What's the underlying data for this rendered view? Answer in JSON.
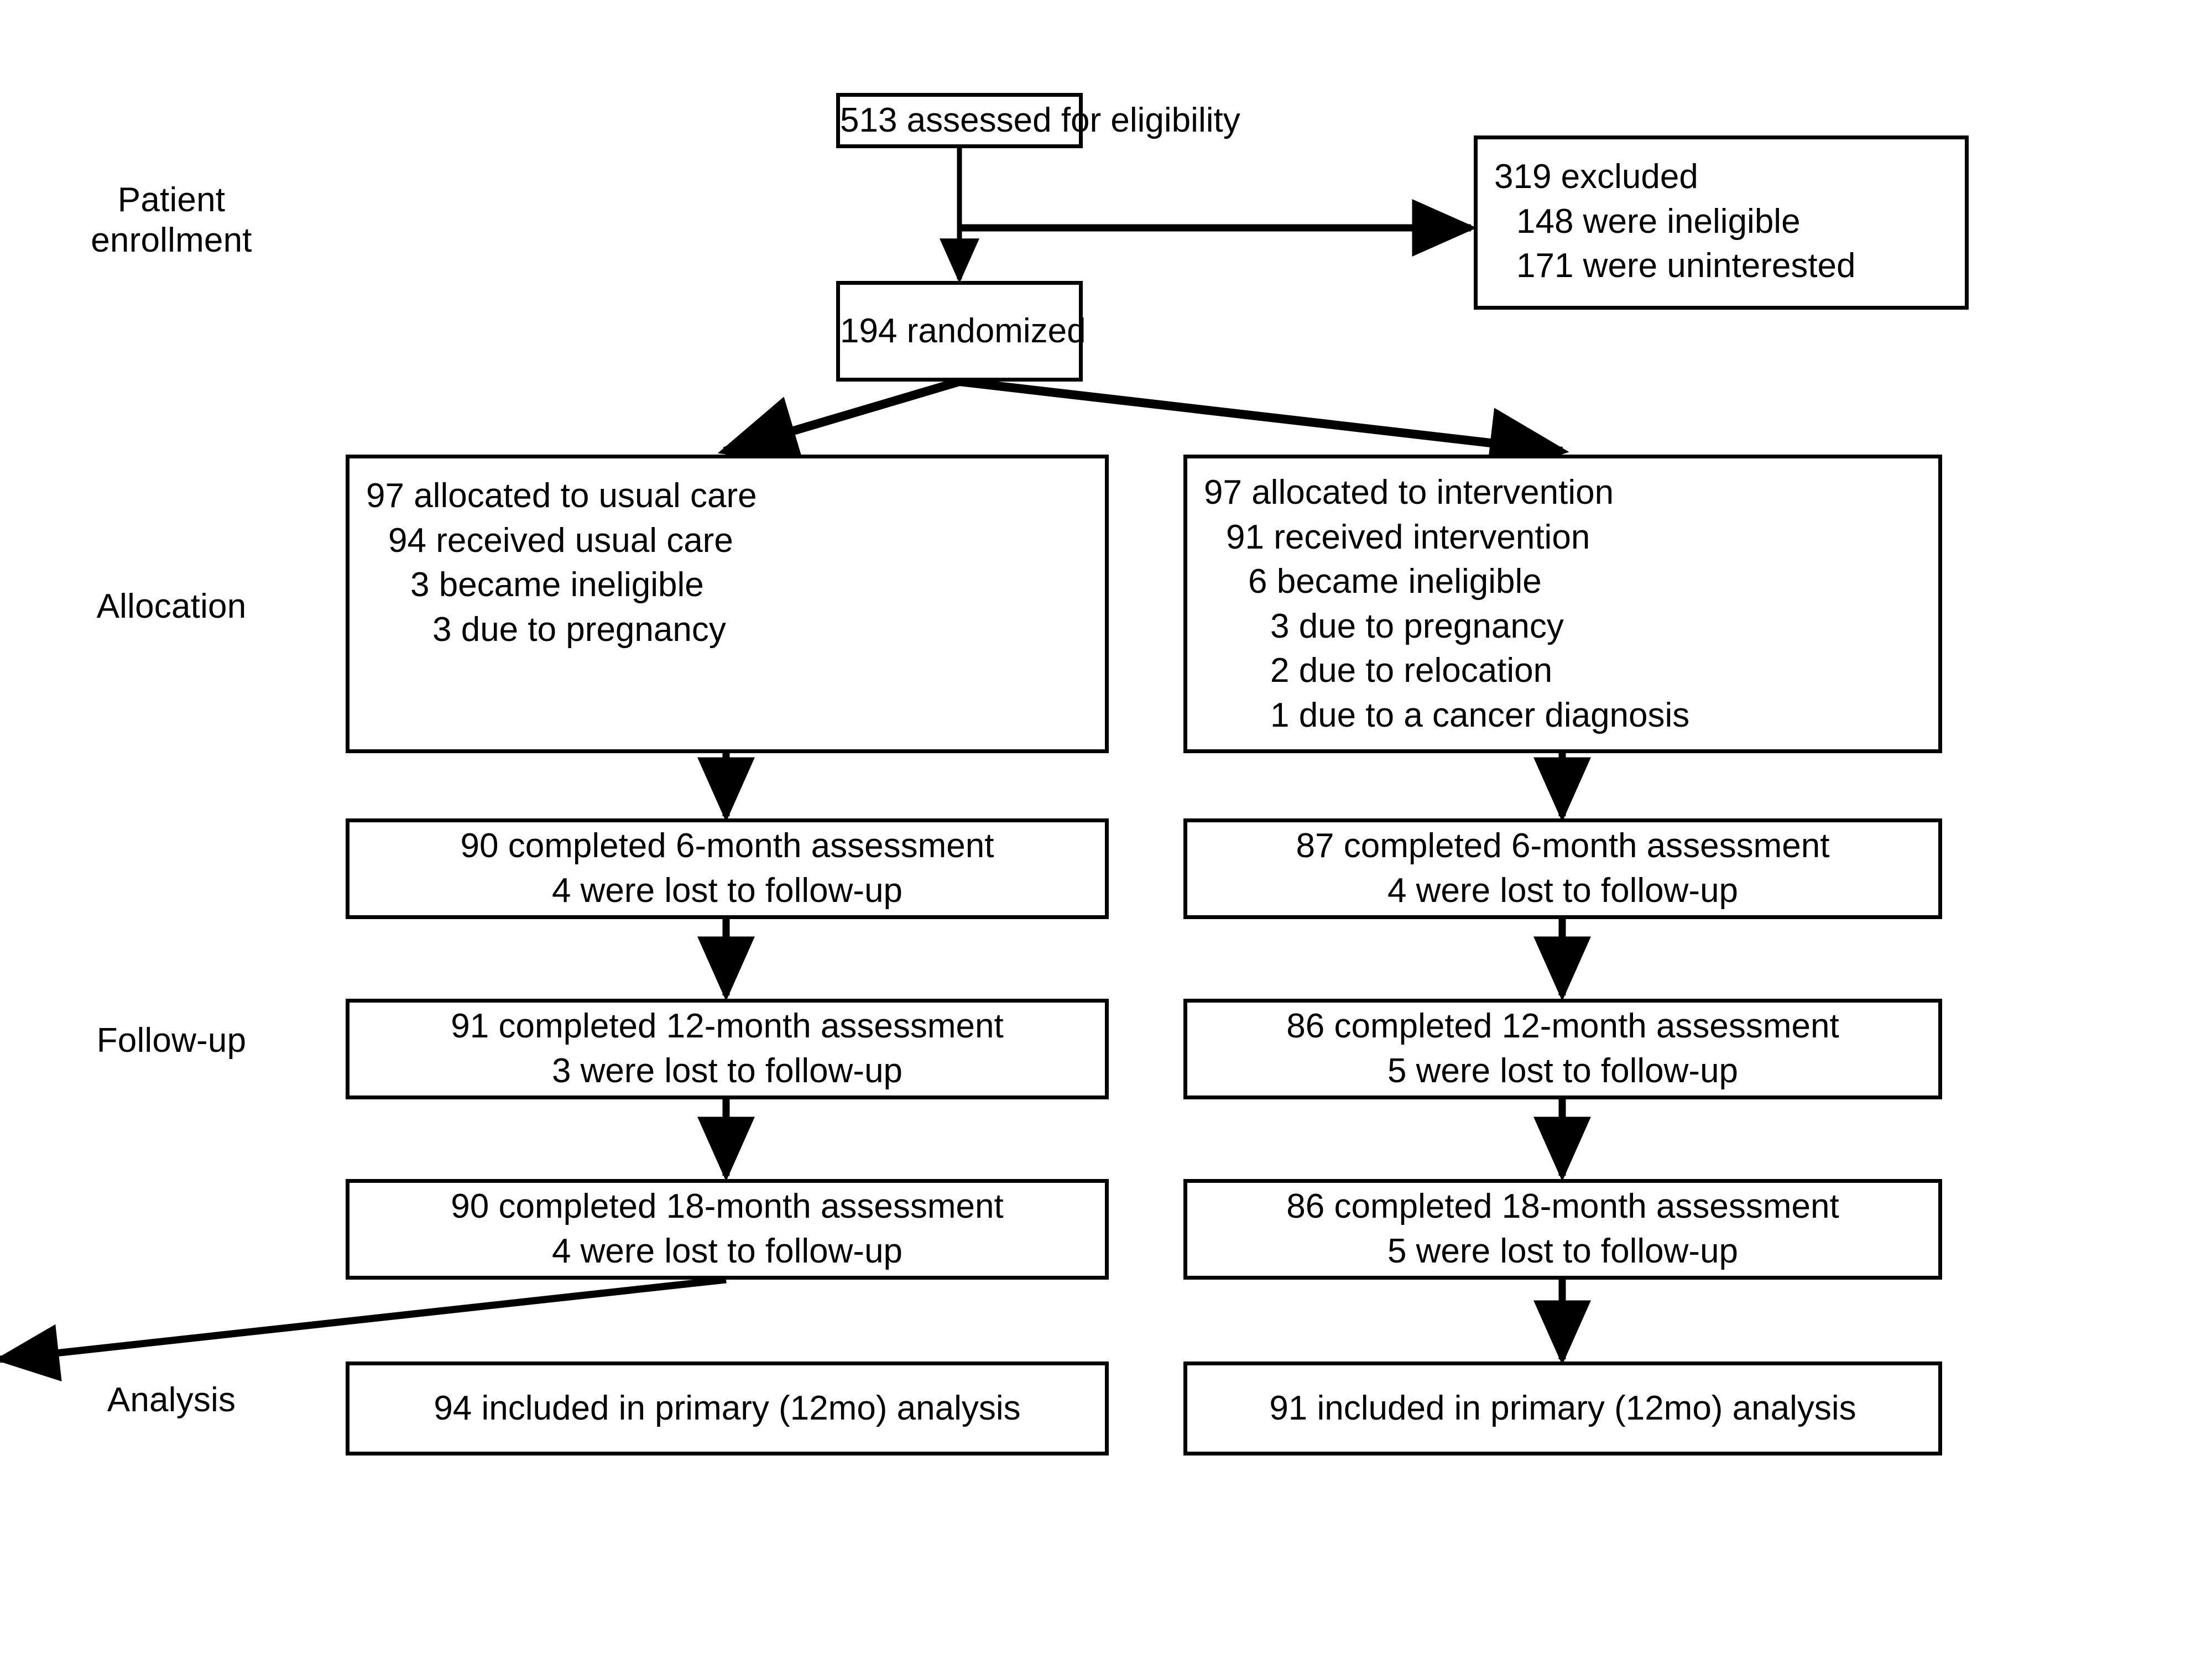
{
  "diagram": {
    "type": "CONSORT participant flow diagram",
    "stage_labels": [
      {
        "id": "patient-enrollment",
        "text": "Patient\nenrollment"
      },
      {
        "id": "allocation",
        "text": "Allocation"
      },
      {
        "id": "follow-up",
        "text": "Follow-up"
      },
      {
        "id": "analysis",
        "text": "Analysis"
      }
    ],
    "enrollment": {
      "assessed": {
        "lines": [
          "513 assessed for eligibility"
        ]
      },
      "excluded": {
        "lines": [
          "319 excluded",
          "148 were ineligible",
          "171 were uninterested"
        ],
        "indents": [
          0,
          1,
          1
        ]
      },
      "randomized": {
        "lines": [
          "194 randomized"
        ]
      }
    },
    "arms": [
      {
        "id": "usual-care",
        "allocation": {
          "lines": [
            "97 allocated to usual care",
            "94 received usual care",
            "3 became ineligible",
            "3 due to pregnancy"
          ],
          "indents": [
            0,
            1,
            2,
            3
          ]
        },
        "followup": [
          {
            "id": "6-month",
            "lines": [
              "90 completed 6-month assessment",
              "4 were lost to follow-up"
            ]
          },
          {
            "id": "12-month",
            "lines": [
              "91 completed 12-month assessment",
              "3 were lost to follow-up"
            ]
          },
          {
            "id": "18-month",
            "lines": [
              "90 completed 18-month assessment",
              "4 were lost to follow-up"
            ]
          }
        ],
        "analysis": {
          "lines": [
            "94 included in primary (12mo) analysis"
          ]
        }
      },
      {
        "id": "intervention",
        "allocation": {
          "lines": [
            "97 allocated to intervention",
            "91 received intervention",
            "6 became ineligible",
            "3 due to pregnancy",
            "2 due to relocation",
            "1 due to a cancer diagnosis"
          ],
          "indents": [
            0,
            1,
            2,
            3,
            3,
            3
          ]
        },
        "followup": [
          {
            "id": "6-month",
            "lines": [
              "87 completed 6-month assessment",
              "4 were lost to follow-up"
            ]
          },
          {
            "id": "12-month",
            "lines": [
              "86 completed 12-month assessment",
              "5 were lost to follow-up"
            ]
          },
          {
            "id": "18-month",
            "lines": [
              "86 completed 18-month assessment",
              "5 were lost to follow-up"
            ]
          }
        ],
        "analysis": {
          "lines": [
            "91 included in primary (12mo) analysis"
          ]
        }
      }
    ],
    "colors": {
      "background": "#ffffff",
      "stroke": "#000000",
      "text": "#000000"
    }
  },
  "chart_data": {
    "type": "diagram",
    "title": "CONSORT flow diagram",
    "nodes": [
      {
        "id": "assessed",
        "label": "513 assessed for eligibility",
        "n": 513
      },
      {
        "id": "excluded",
        "label": "319 excluded",
        "n": 319,
        "children": [
          {
            "label": "148 were ineligible",
            "n": 148
          },
          {
            "label": "171 were uninterested",
            "n": 171
          }
        ]
      },
      {
        "id": "randomized",
        "label": "194 randomized",
        "n": 194
      },
      {
        "id": "alloc-usual",
        "label": "97 allocated to usual care",
        "n": 97,
        "children": [
          {
            "label": "94 received usual care",
            "n": 94
          },
          {
            "label": "3 became ineligible",
            "n": 3
          },
          {
            "label": "3 due to pregnancy",
            "n": 3
          }
        ]
      },
      {
        "id": "alloc-intervention",
        "label": "97 allocated to intervention",
        "n": 97,
        "children": [
          {
            "label": "91 received intervention",
            "n": 91
          },
          {
            "label": "6 became ineligible",
            "n": 6
          },
          {
            "label": "3 due to pregnancy",
            "n": 3
          },
          {
            "label": "2 due to relocation",
            "n": 2
          },
          {
            "label": "1 due to a cancer diagnosis",
            "n": 1
          }
        ]
      },
      {
        "id": "usual-6mo",
        "completed": 90,
        "lost": 4
      },
      {
        "id": "usual-12mo",
        "completed": 91,
        "lost": 3
      },
      {
        "id": "usual-18mo",
        "completed": 90,
        "lost": 4
      },
      {
        "id": "usual-analysis",
        "n": 94
      },
      {
        "id": "intervention-6mo",
        "completed": 87,
        "lost": 4
      },
      {
        "id": "intervention-12mo",
        "completed": 86,
        "lost": 5
      },
      {
        "id": "intervention-18mo",
        "completed": 86,
        "lost": 5
      },
      {
        "id": "intervention-analysis",
        "n": 91
      }
    ],
    "edges": [
      {
        "from": "assessed",
        "to": "excluded"
      },
      {
        "from": "assessed",
        "to": "randomized"
      },
      {
        "from": "randomized",
        "to": "alloc-usual"
      },
      {
        "from": "randomized",
        "to": "alloc-intervention"
      },
      {
        "from": "alloc-usual",
        "to": "usual-6mo"
      },
      {
        "from": "usual-6mo",
        "to": "usual-12mo"
      },
      {
        "from": "usual-12mo",
        "to": "usual-18mo"
      },
      {
        "from": "usual-18mo",
        "to": "usual-analysis"
      },
      {
        "from": "alloc-intervention",
        "to": "intervention-6mo"
      },
      {
        "from": "intervention-6mo",
        "to": "intervention-12mo"
      },
      {
        "from": "intervention-12mo",
        "to": "intervention-18mo"
      },
      {
        "from": "intervention-18mo",
        "to": "intervention-analysis"
      }
    ]
  }
}
